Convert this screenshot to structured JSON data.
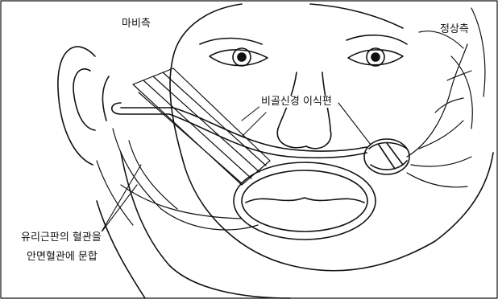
{
  "labels": {
    "paralyzed_side": "마비측",
    "normal_side": "정상측",
    "sural_nerve_graft": "비골신경 이식편",
    "anastomosis_line1": "유리근판의 혈관을",
    "anastomosis_line2": "안면혈관에 문합"
  },
  "colors": {
    "ink": "#111111",
    "background": "#ffffff"
  }
}
